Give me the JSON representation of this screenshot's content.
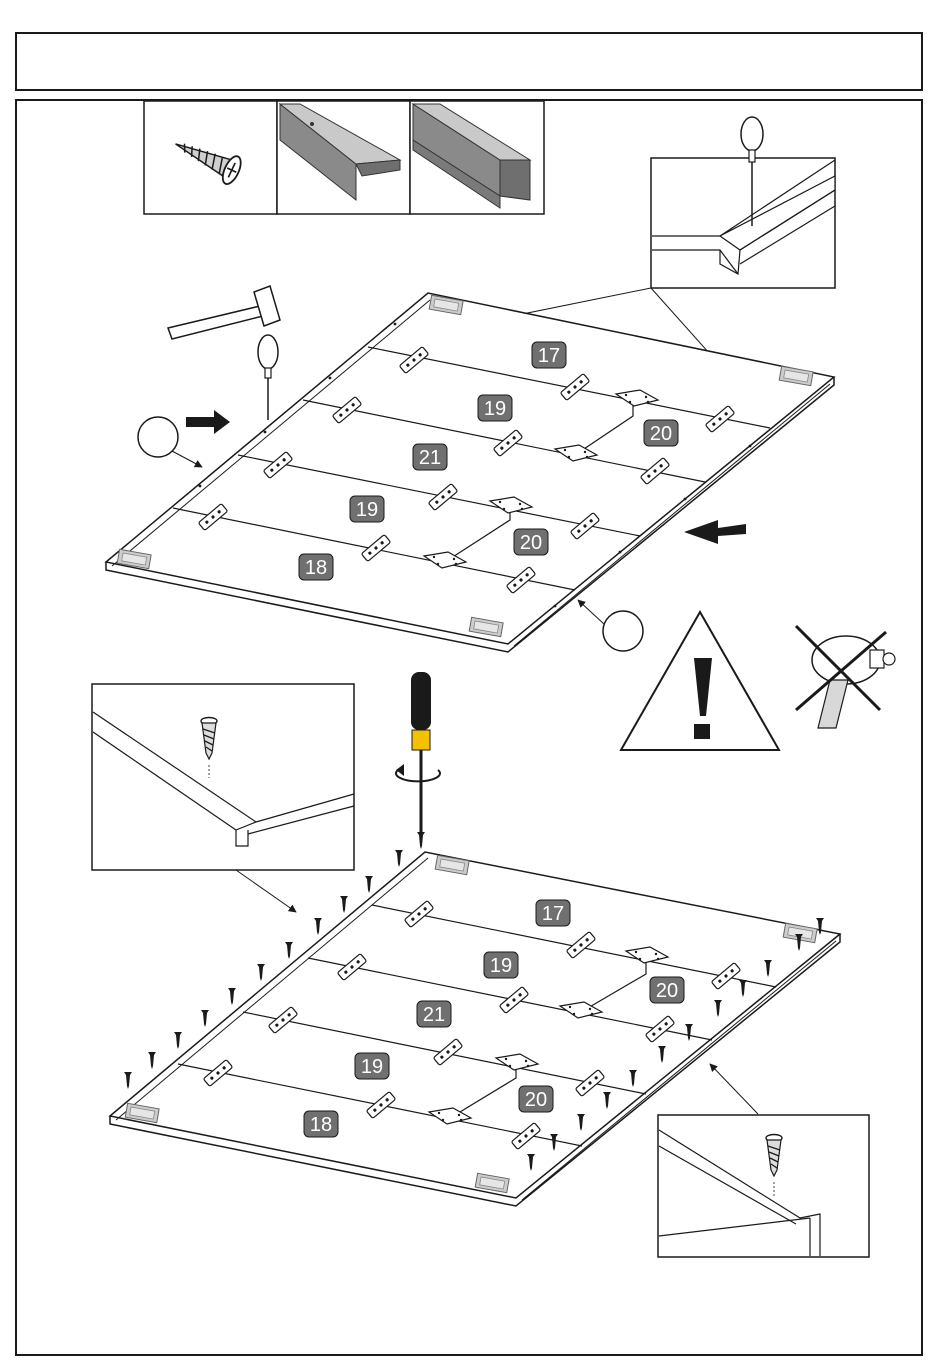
{
  "title_text": "",
  "parts": {
    "screw_icon": "screw-icon",
    "angle_profile": "l-profile-icon",
    "channel_profile": "u-profile-icon"
  },
  "top_panel": {
    "labels": [
      "17",
      "19",
      "20",
      "21",
      "19",
      "20",
      "18"
    ]
  },
  "bottom_panel": {
    "labels": [
      "17",
      "19",
      "20",
      "21",
      "19",
      "20",
      "18"
    ]
  },
  "tools": [
    "hammer-icon",
    "awl-icon",
    "screwdriver-icon",
    "power-drill-crossed-icon",
    "warning-icon"
  ],
  "colors": {
    "line": "#1a1a1a",
    "label_fill": "#707070",
    "profile_gray": "#8a8a8a",
    "screwdriver_yellow": "#f2c200"
  }
}
